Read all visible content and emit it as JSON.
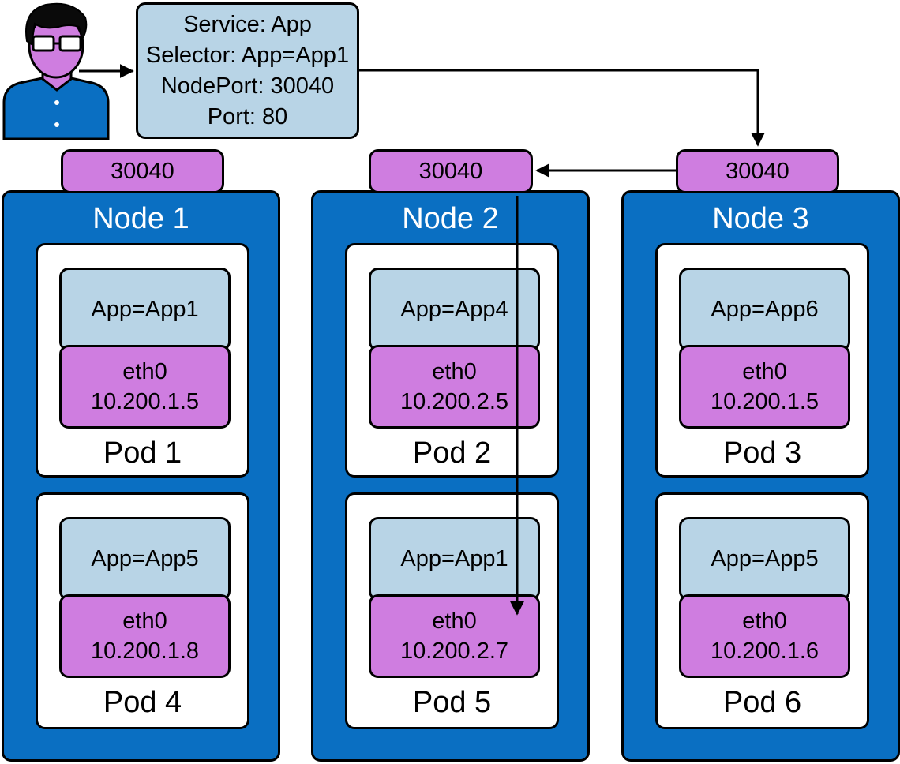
{
  "service": {
    "line1": "Service: App",
    "line2": "Selector: App=App1",
    "line3": "NodePort: 30040",
    "line4": "Port: 80"
  },
  "nodes": [
    {
      "title": "Node 1",
      "port": "30040",
      "pods": [
        {
          "label": "App=App1",
          "iface": "eth0",
          "ip": "10.200.1.5",
          "name": "Pod 1"
        },
        {
          "label": "App=App5",
          "iface": "eth0",
          "ip": "10.200.1.8",
          "name": "Pod 4"
        }
      ]
    },
    {
      "title": "Node 2",
      "port": "30040",
      "pods": [
        {
          "label": "App=App4",
          "iface": "eth0",
          "ip": "10.200.2.5",
          "name": "Pod 2"
        },
        {
          "label": "App=App1",
          "iface": "eth0",
          "ip": "10.200.2.7",
          "name": "Pod 5"
        }
      ]
    },
    {
      "title": "Node 3",
      "port": "30040",
      "pods": [
        {
          "label": "App=App6",
          "iface": "eth0",
          "ip": "10.200.1.5",
          "name": "Pod 3"
        },
        {
          "label": "App=App5",
          "iface": "eth0",
          "ip": "10.200.1.6",
          "name": "Pod 6"
        }
      ]
    }
  ],
  "colors": {
    "node_blue": "#0a6fc2",
    "label_blue": "#b8d4e6",
    "port_purple": "#cf7de0"
  }
}
